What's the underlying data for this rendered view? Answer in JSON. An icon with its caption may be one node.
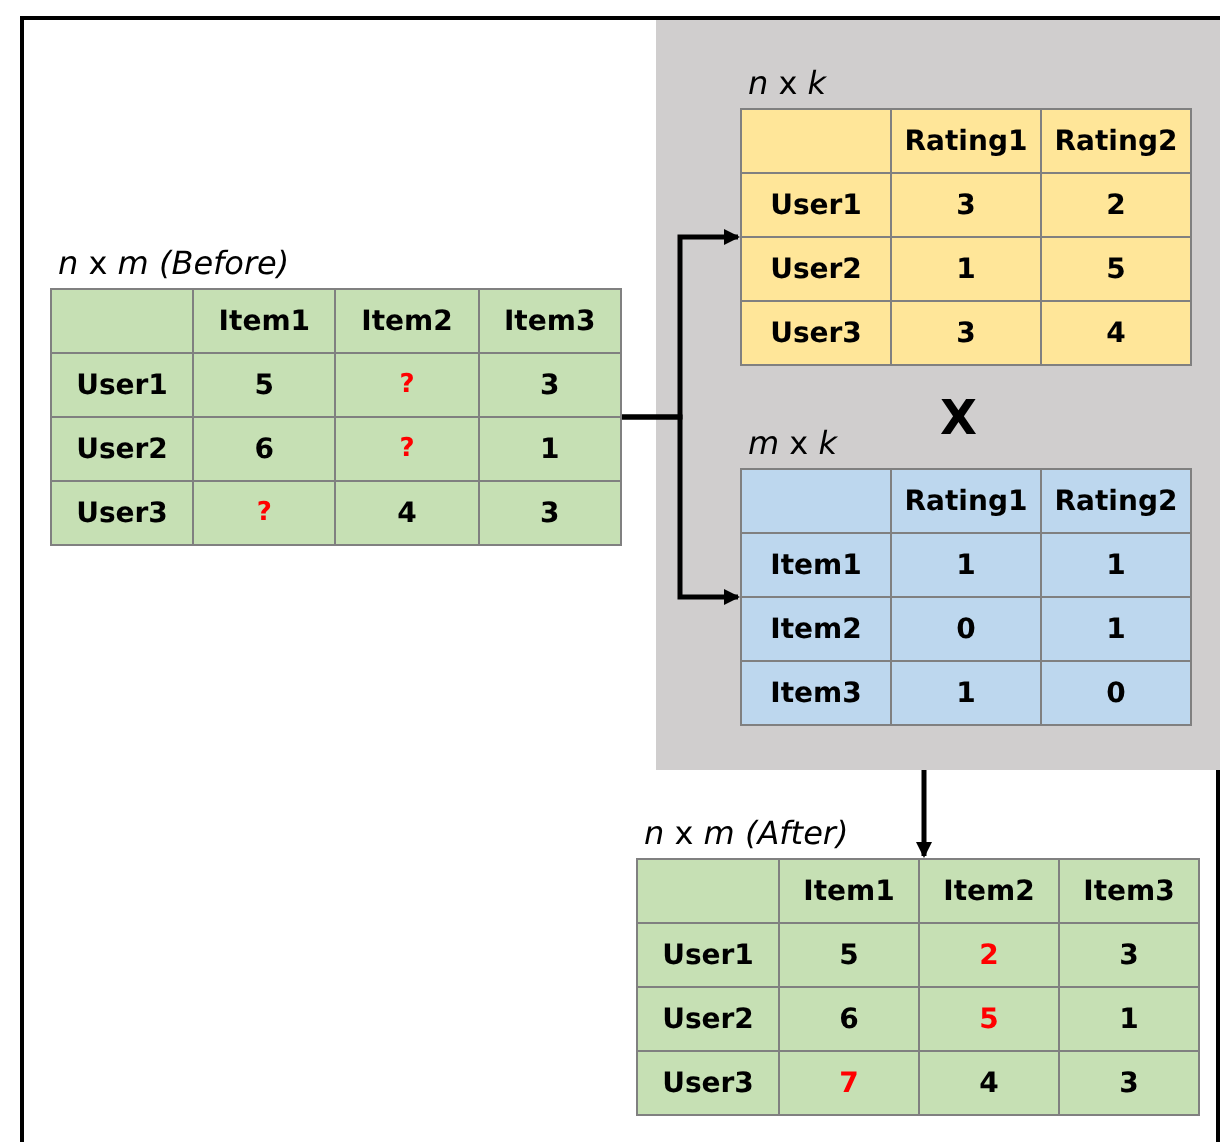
{
  "diagram": {
    "nodes": [
      {
        "text": [
          "*n* x *m* *(Before)*",
          "Item1",
          "Item2",
          "Item3",
          "User1",
          "5",
          "?",
          "3",
          "User2",
          "6",
          "?",
          "1",
          "User3",
          "?",
          "4",
          "3"
        ]
      },
      {
        "text": [],
        "shape": "box"
      },
      {
        "text": [
          "*n* x *k*",
          "Rating1",
          "Rating2",
          "User1",
          "3",
          "2",
          "User2",
          "1",
          "5",
          "User3",
          "3",
          "4"
        ],
        "in": 1
      },
      {
        "text": [
          "*m* x *k*",
          "Rating1",
          "Rating2",
          "Item1",
          "1",
          "1",
          "Item2",
          "0",
          "1",
          "Item3",
          "1",
          "0"
        ],
        "in": 1
      },
      {
        "text": [
          "*n* x *m* *(After)*",
          "Item1",
          "Item2",
          "Item3",
          "User1",
          "5",
          "2",
          "3",
          "User2",
          "6",
          "5",
          "1",
          "User3",
          "7",
          "4",
          "3"
        ]
      }
    ],
    "edges": [
      {
        "from": 0,
        "to": 2,
        "arrow": "to"
      },
      {
        "from": 0,
        "to": 3,
        "arrow": "to"
      },
      {
        "from": 1,
        "to": 4,
        "arrow": "to"
      }
    ],
    "labels": [
      "X"
    ]
  }
}
